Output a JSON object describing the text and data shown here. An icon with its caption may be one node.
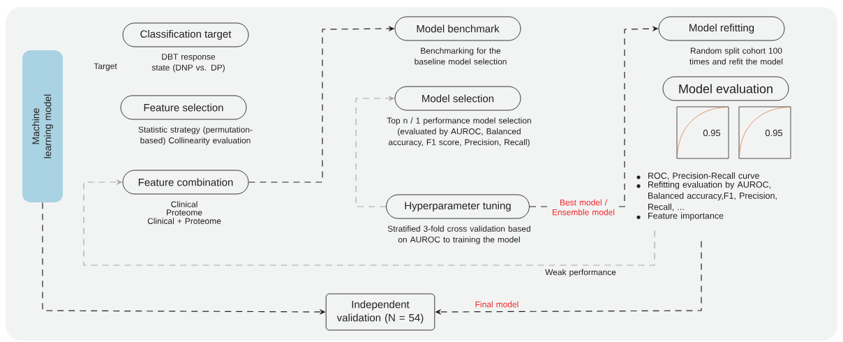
{
  "diagram": {
    "nodes": [
      {
        "text": [
          "Machine learning model"
        ]
      },
      {
        "text": [
          "Classification target"
        ],
        "beside": [
          "DBT response state (DNP vs. DP)"
        ]
      },
      {
        "text": [
          "Feature selection"
        ],
        "beside": [
          "Statistic strategy (permutation-based) Collinearity evaluation"
        ]
      },
      {
        "text": [
          "Feature combination"
        ],
        "beside": [
          "Clinical",
          "Proteome",
          "Clinical + Proteome"
        ]
      },
      {
        "text": [
          "Model benchmark"
        ],
        "beside": [
          "Benchmarking for the baseline model selection"
        ]
      },
      {
        "text": [
          "Model selection"
        ],
        "beside": [
          "Top n / 1 performance model selection (evaluated by AUROC, Balanced accuracy, F1 score, Precision, Recall)"
        ]
      },
      {
        "text": [
          "Hyperparameter tuning"
        ],
        "beside": [
          "Stratified 3-fold cross validation based on AUROC to training the model"
        ]
      },
      {
        "text": [
          "Model refitting"
        ],
        "beside": [
          "Random split cohort 100 times and refit the model"
        ]
      },
      {
        "text": [
          "Model evaluation"
        ],
        "beside": [
          "ROC, Precision-Recall curve",
          "Refitting evaluation by AUROC, Balanced accuracy,F1, Precision, Recall, ...",
          "Feature importance"
        ]
      },
      {
        "text": [
          "0.95"
        ]
      },
      {
        "text": [
          "0.95"
        ]
      },
      {
        "text": [
          "Independent validation (N = 54)"
        ]
      }
    ],
    "edges": [
      {
        "from": 3,
        "to": 4,
        "arrow": "to",
        "style": "dashed"
      },
      {
        "from": 6,
        "to": 5,
        "arrow": "to",
        "style": "dashed",
        "color": "#a6a6a6"
      },
      {
        "from": 6,
        "to": 7,
        "arrow": "to",
        "style": "dashed",
        "label": "Best model / Ensemble model"
      },
      {
        "from": 8,
        "to": 3,
        "arrow": "to",
        "style": "dashed",
        "color": "#a6a6a6",
        "label": "Weak performance"
      },
      {
        "from": 8,
        "to": 11,
        "arrow": "to",
        "style": "dashed",
        "label": "Final model"
      },
      {
        "from": 0,
        "to": 11,
        "arrow": "to",
        "style": "dashed"
      }
    ],
    "labels": [
      "Target"
    ]
  }
}
